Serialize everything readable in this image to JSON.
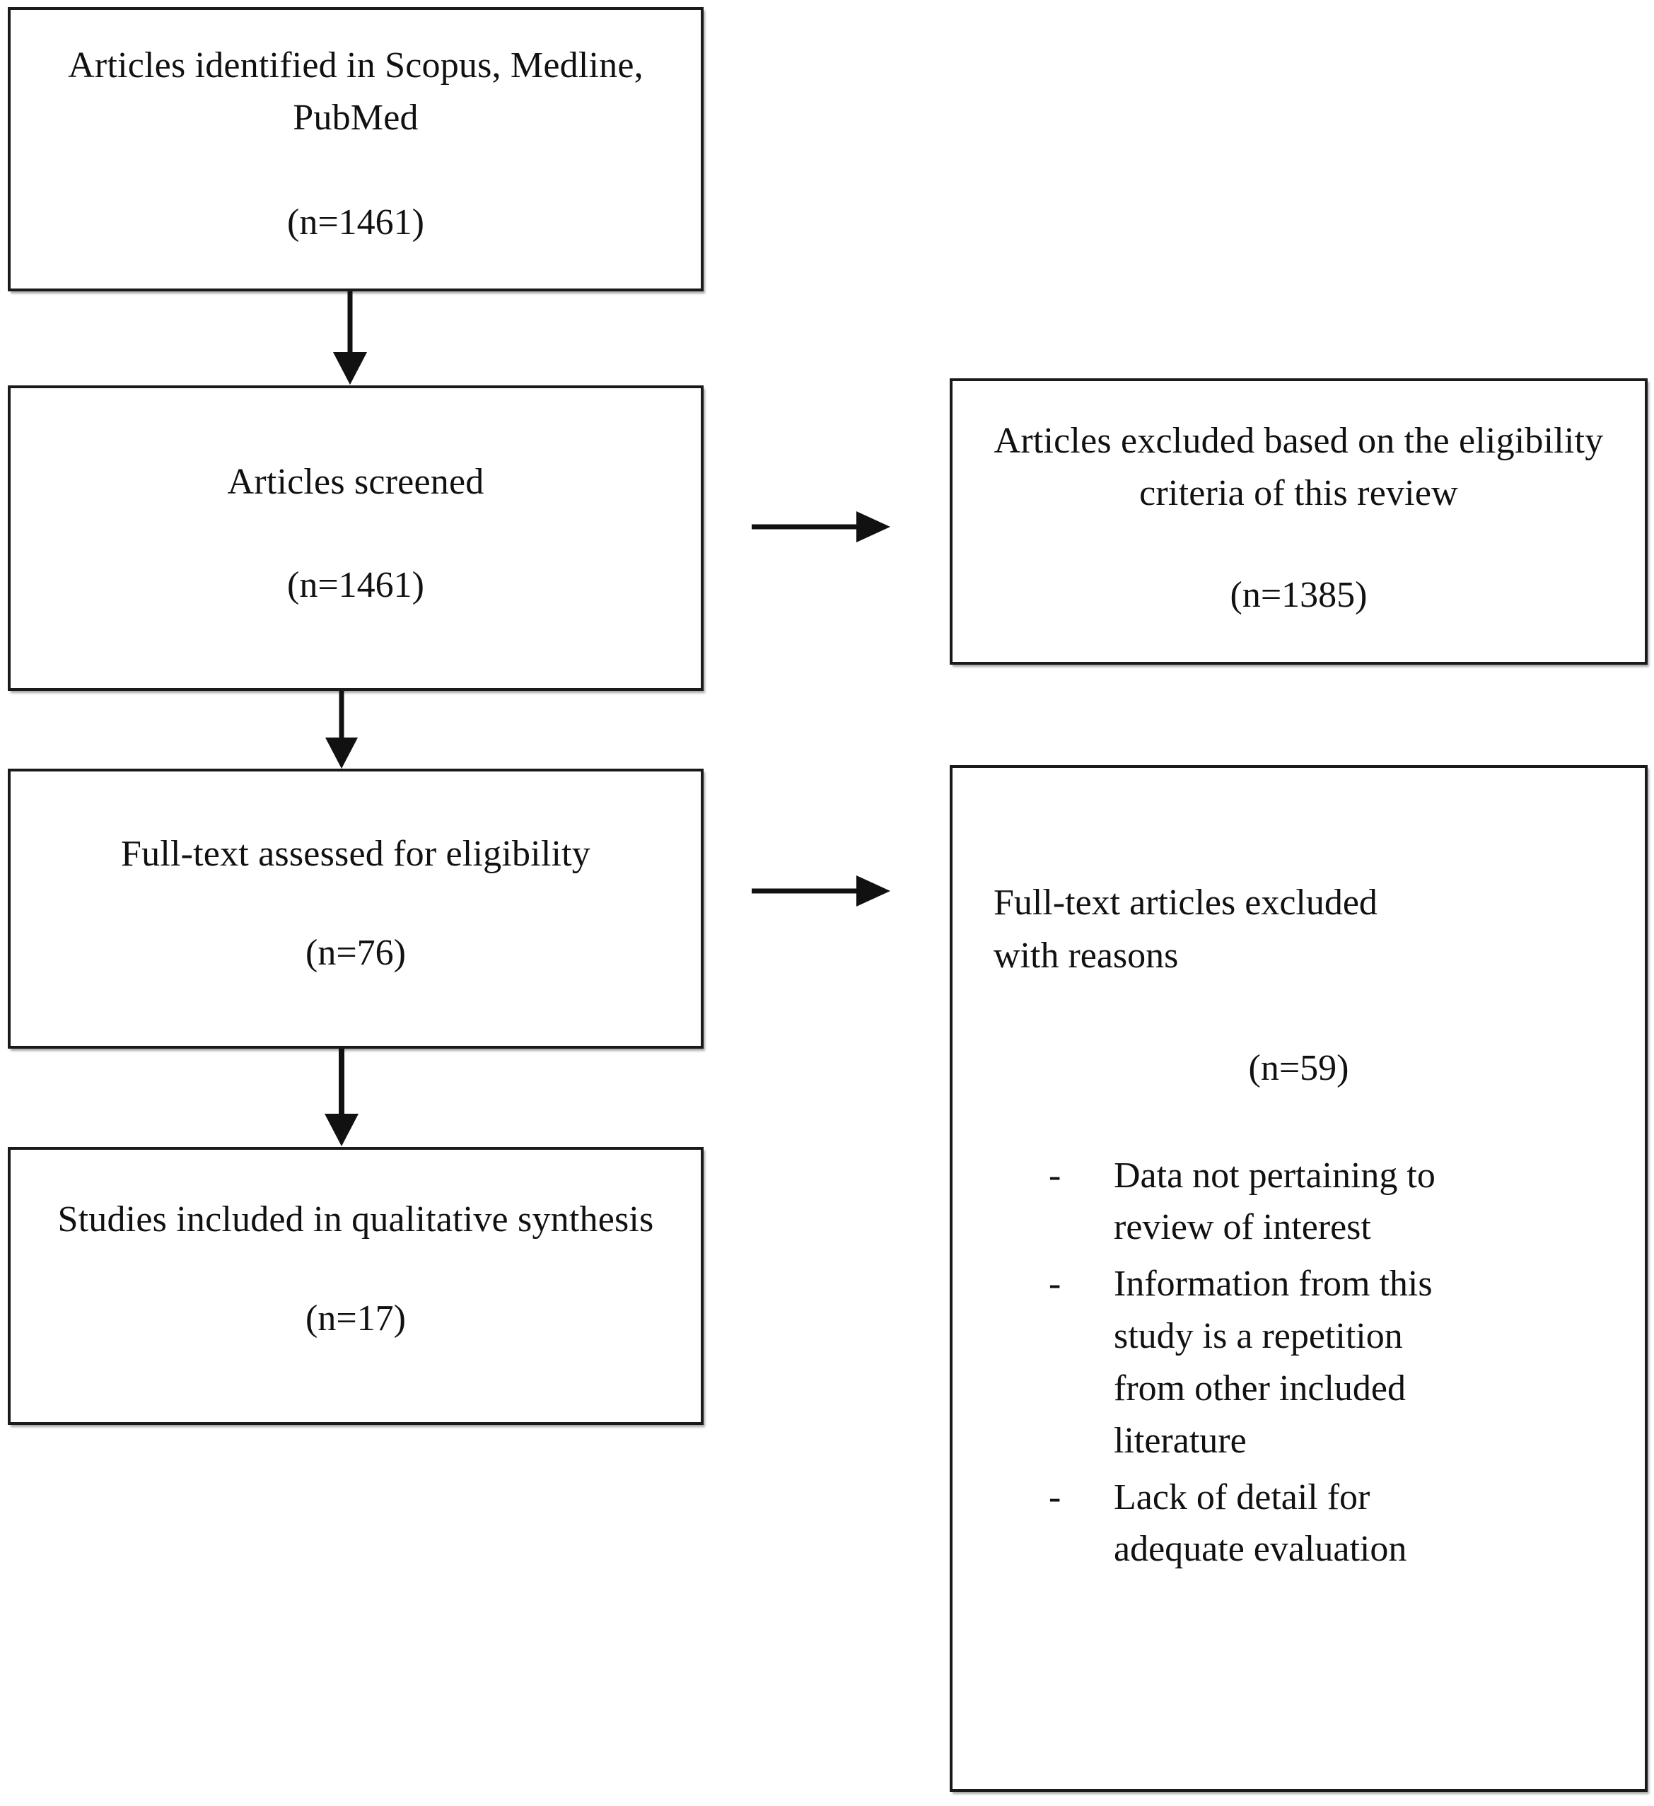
{
  "diagram": {
    "title": "PRISMA study selection flow diagram",
    "stroke_color": "#1a1a1a",
    "background_color": "#ffffff"
  },
  "boxes": {
    "identified": {
      "text": "Articles identified in Scopus, Medline, PubMed",
      "count": "(n=1461)"
    },
    "screened": {
      "text": "Articles screened",
      "count": "(n=1461)"
    },
    "fulltext_assessed": {
      "text": "Full-text assessed for eligibility",
      "count": "(n=76)"
    },
    "included": {
      "text": "Studies included in qualitative synthesis",
      "count": "(n=17)"
    },
    "excluded_screening": {
      "text": "Articles excluded based on the eligibility criteria of this review",
      "count": "(n=1385)"
    },
    "excluded_fulltext": {
      "text": "Full-text articles excluded with reasons",
      "count": "(n=59)",
      "reasons": [
        {
          "marker": "-",
          "text": "Data not pertaining to review of interest"
        },
        {
          "marker": "-",
          "text": "Information from this study is a repetition from other included literature"
        },
        {
          "marker": "-",
          "text": "Lack of detail for adequate evaluation"
        }
      ]
    }
  },
  "arrows": {
    "identified_to_screened": "down-arrow",
    "screened_to_fulltext": "down-arrow",
    "fulltext_to_included": "down-arrow",
    "screened_to_excluded": "right-arrow",
    "fulltext_to_excluded": "right-arrow"
  }
}
